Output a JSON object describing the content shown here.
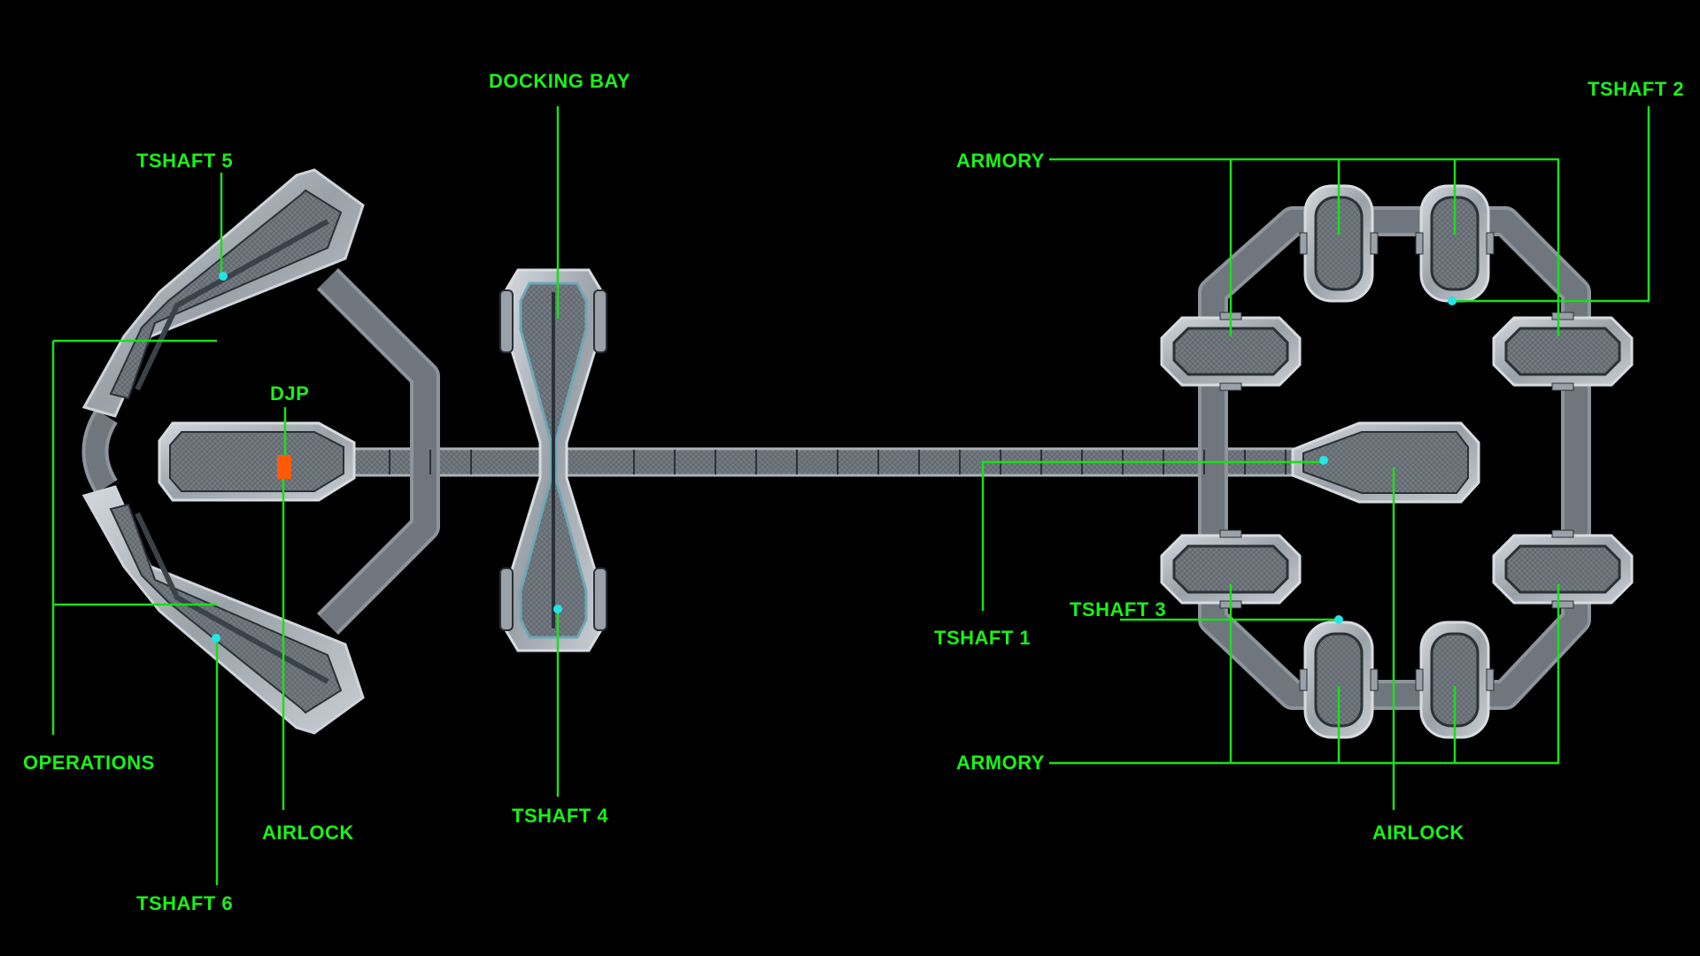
{
  "colors": {
    "background": "#000000",
    "label": "#19f219",
    "leader_line": "#19e019",
    "marker": "#22e6e6",
    "djp_marker": "#ff5a0a",
    "hull": "#b8bec6",
    "deck": "#6f767d",
    "trim": "#2a3138"
  },
  "labels": {
    "docking_bay": "DOCKING BAY",
    "tshaft_5": "TSHAFT 5",
    "operations": "OPERATIONS",
    "djp": "DJP",
    "airlock_left": "AIRLOCK",
    "tshaft_6": "TSHAFT 6",
    "tshaft_4": "TSHAFT 4",
    "armory_top": "ARMORY",
    "tshaft_2": "TSHAFT 2",
    "tshaft_1": "TSHAFT 1",
    "tshaft_3": "TSHAFT 3",
    "armory_bottom": "ARMORY",
    "airlock_right": "AIRLOCK"
  },
  "icons": {
    "marker": "cyan-dot-icon",
    "djp": "orange-square-icon"
  }
}
